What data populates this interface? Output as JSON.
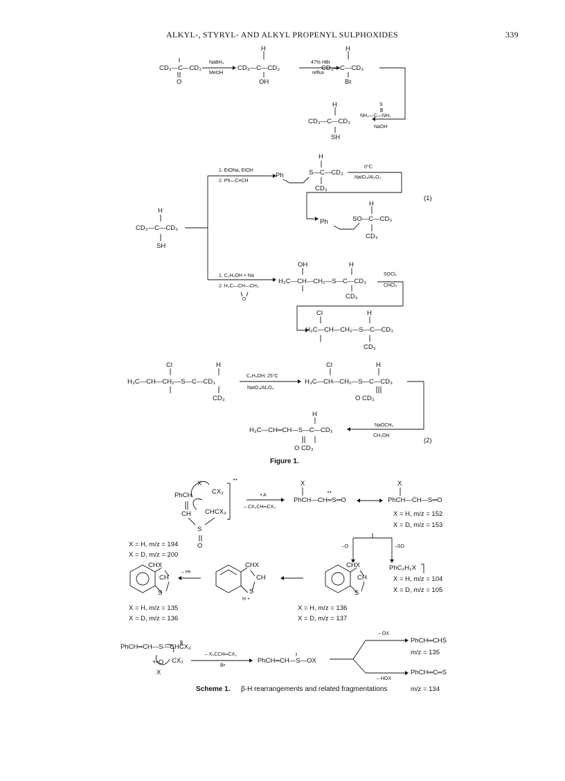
{
  "header": {
    "running_title": "ALKYL-, STYRYL- AND ALKYL PROPENYL SULPHOXIDES",
    "page_number": "339"
  },
  "s1": {
    "acetone": "CD₃—C—CD₃",
    "o": "O",
    "cond1_top": "NaBH₄",
    "cond1_bot": "MeOH",
    "h": "H",
    "alcohol": "CD₃—C—CD₃",
    "oh": "OH",
    "cond2_top": "47% HBr",
    "cond2_bot": "reflux",
    "bromide": "CD₃—C—CD₃",
    "br": "Br",
    "s_label": "S",
    "thiourea": "NH₂—C—NH₂",
    "naoh": "NaOH",
    "thiol": "CD₃—C—CD₃",
    "sh": "SH"
  },
  "s2": {
    "eq1": "(1)",
    "start_mol": "CD₃—C—CD₃",
    "h": "H",
    "sh": "SH",
    "c1a": "1. EtONa, EtOH",
    "c1b": "2. Ph—C≡CH",
    "ph": "Ph",
    "styryl_s": "S—C—CD₃",
    "cd3": "CD₃",
    "c2a": "0°C",
    "c2b": "NaIO₄/Al₂O₃",
    "so_ph": "Ph",
    "styryl_so": "SO—C—CD₃",
    "c3a": "1. C₂H₅OH + Na",
    "c3b": "2. H₃C—CH—CH₃",
    "epox_o": "O",
    "oh": "OH",
    "hydroxy": "H₃C—CH—CH₂—S—C—CD₃",
    "c4a": "SOCl₂",
    "c4b": "CHCl₃",
    "cl": "Cl",
    "chloro": "H₃C—CH—CH₂—S—C—CD₃"
  },
  "s3": {
    "cl": "Cl",
    "h": "H",
    "chloro": "H₃C—CH—CH₂—S—C—CD₃",
    "cd3": "CD₃",
    "c1a": "C₂H₅OH, 25°C",
    "c1b": "NaIO₄/Al₂O₃",
    "chloro_so": "H₃C—CH—CH₂—S—C—CD₃",
    "o_cd3": "O  CD₃",
    "c2a": "NaOCH₃",
    "c2b": "CH₃OH",
    "propenyl": "H₃C—CH═CH—S—C—CD₃",
    "eq2": "(2)"
  },
  "figure_caption": "Figure 1.",
  "scheme": {
    "ring_x": "X",
    "ring_phch": "PhCH",
    "ring_cx2": "CX₂",
    "ring_ch": "CH",
    "ring_chcx3": "CHCX₃",
    "ring_s": "S",
    "ring_o": "O",
    "radical_cation": "+•",
    "a_top": "• A",
    "a_bot": "– CX₃CH═CX₂",
    "p1_x": "X",
    "p1": "PhCH—CH═S═O",
    "p1_dots": "+•",
    "p2_x": "X",
    "p2": "PhCH—ĊH—S═O",
    "p2_xh": "X = H, m/z = 152",
    "p2_xd": "X = D, m/z = 153",
    "ring_xh": "X = H, m/z = 194",
    "ring_xd": "X = D, m/z = 200",
    "loss_o": "–O",
    "loss_so": "–SO",
    "phc2": "PhC₂H₂X",
    "phc2_xh": "X = H, m/z = 104",
    "phc2_xd": "X = D, m/z = 105",
    "b3_chx": "CHX",
    "b3_ch": "CH",
    "b3_s": "S",
    "b3_xh": "X = H, m/z = 136",
    "b3_xd": "X = D, m/z = 137",
    "b2_chx": "CHX",
    "b2_ch": "CH",
    "b2_s": "S",
    "b2_hplus": "H  +",
    "loss_h": "– H•",
    "b1_chx": "CHX",
    "b1_ch": "CH",
    "b1_s": "S",
    "b1_xh": "X = H, m/z = 135",
    "b1_xd": "X = D, m/z = 136",
    "bot_left": "PhCH═CH—S—CHCX₃",
    "bot_o": "+•O",
    "bot_cx2": "CX₂",
    "bot_x": "X",
    "b_top": "– X₃CCH═CX₂",
    "b_bot": "B•",
    "mid": "PhCH═CH—S—OX",
    "lose_ox": "– ȮX",
    "prod1": "PhCH═CHṠ",
    "prod1_mz": "m/z = 135",
    "lose_hox": "– HOX",
    "prod2": "PhCH═C═S",
    "prod2_mz": "m/z = 134"
  },
  "scheme_caption": {
    "bold": "Scheme 1.",
    "text": "β-H rearrangements and related fragmentations"
  }
}
